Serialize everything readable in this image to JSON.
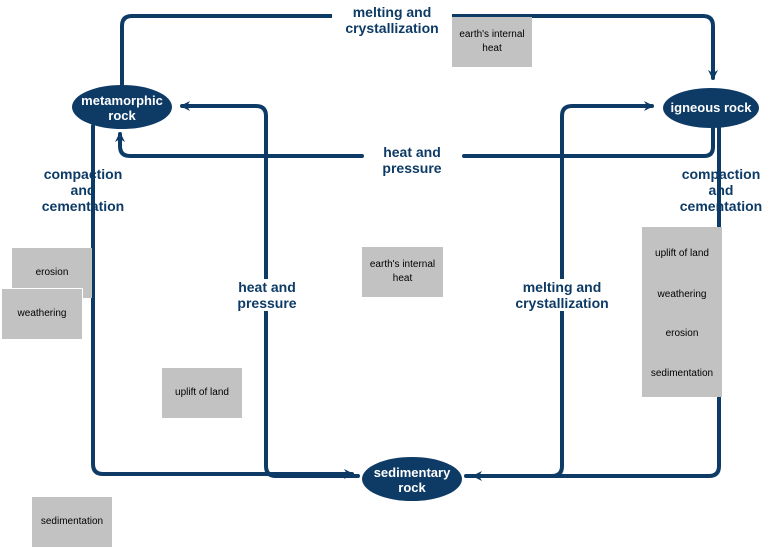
{
  "nodes": {
    "metamorphic": {
      "line1": "metamorphic",
      "line2": "rock"
    },
    "igneous": {
      "line1": "igneous rock"
    },
    "sedimentary": {
      "line1": "sedimentary",
      "line2": "rock"
    }
  },
  "edge_labels": {
    "top": {
      "line1": "melting and",
      "line2": "crystallization"
    },
    "middle": {
      "line1": "heat and",
      "line2": "pressure"
    },
    "left": {
      "line1": "compaction",
      "line2": "and",
      "line3": "cementation"
    },
    "right": {
      "line1": "compaction",
      "line2": "and",
      "line3": "cementation"
    },
    "center_left": {
      "line1": "heat and",
      "line2": "pressure"
    },
    "center_right": {
      "line1": "melting and",
      "line2": "crystallization"
    }
  },
  "tiles": {
    "earth_heat_top": {
      "line1": "earth's internal",
      "line2": "heat"
    },
    "earth_heat_center": {
      "line1": "earth's internal",
      "line2": "heat"
    },
    "erosion_left": "erosion",
    "weathering_left": "weathering",
    "uplift_center": "uplift of land",
    "sedimentation_bottom": "sedimentation"
  },
  "right_stack": [
    "uplift of land",
    "weathering",
    "erosion",
    "sedimentation"
  ],
  "colors": {
    "arrow": "#0d3b66",
    "node_fill": "#0d3b66",
    "tile": "#c2c2c2",
    "label": "#0d3b66"
  }
}
